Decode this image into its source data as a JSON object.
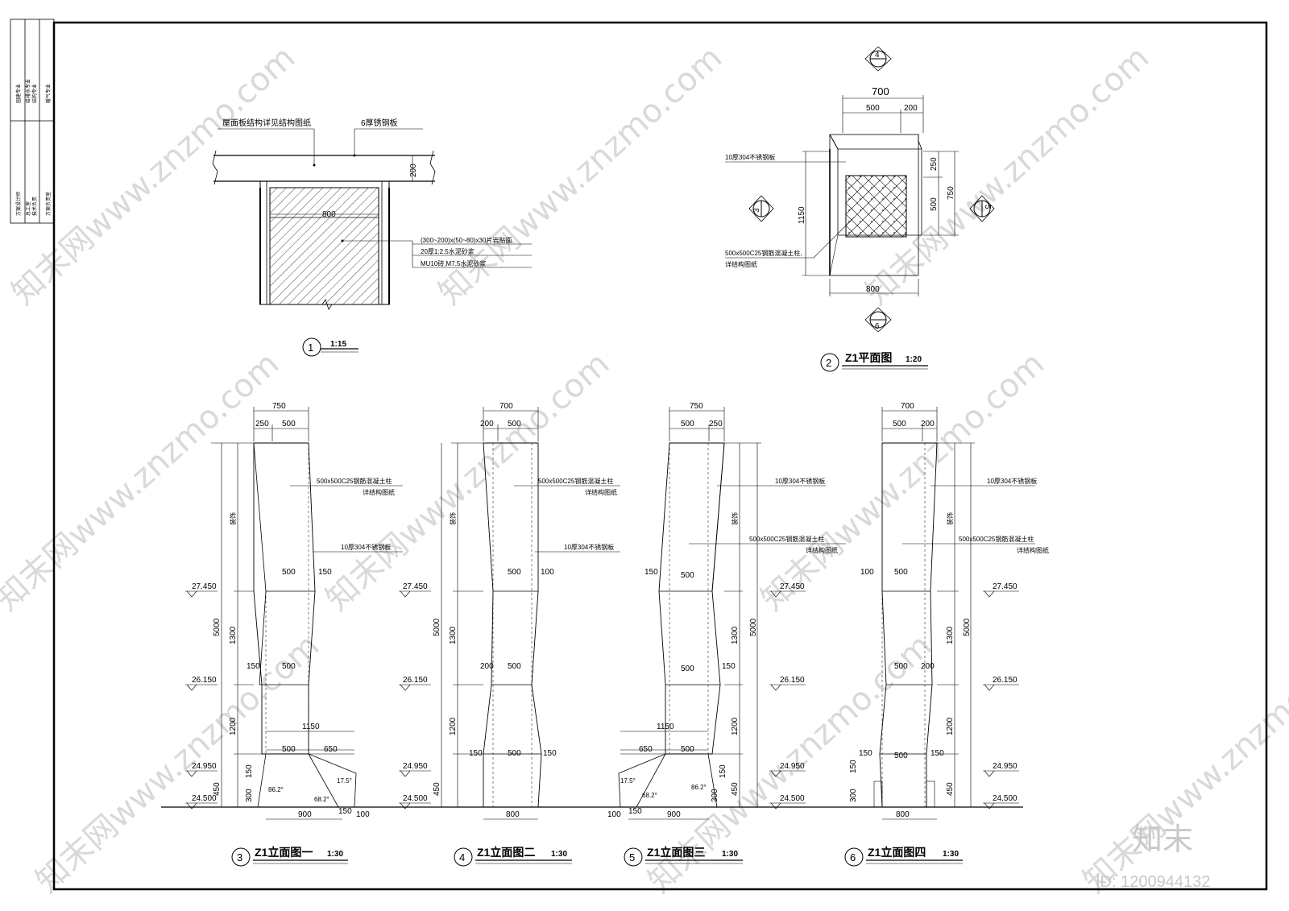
{
  "title_block": {
    "top": [
      "园建专业",
      "给排水专业",
      "结构专业",
      "暖气专业"
    ],
    "bottom": [
      "方案设计师",
      "总工室",
      "技术负责",
      "方案负责室"
    ]
  },
  "detail1": {
    "note_roof": "屋面板结构详见结构图纸",
    "note_plate": "6厚锈钢板",
    "dim_200": "200",
    "dim_800": "800",
    "layers": [
      "(300~200)x(50~80)x30片岩贴面",
      "20厚1:2.5水泥砂浆",
      "MU10砖,M7.5水泥砂浆"
    ],
    "num": "1",
    "scale": "1:15"
  },
  "detail2": {
    "dim_700": "700",
    "dim_500": "500",
    "dim_200": "200",
    "dim_1150": "1150",
    "dim_250": "250",
    "dim_500v": "500",
    "dim_750": "750",
    "dim_800": "800",
    "note_plate": "10厚304不锈钢板",
    "note_col1": "500x500C25钢筋混凝土柱,",
    "note_col2": "详结构图纸",
    "marker_top": "4",
    "marker_left": "3",
    "marker_right": "5",
    "marker_bottom": "6",
    "num": "2",
    "name": "Z1平面图",
    "scale": "1:20"
  },
  "elevations": {
    "levels": [
      "27.450",
      "26.150",
      "24.950",
      "24.500"
    ],
    "dim_5000": "5000",
    "dim_1300": "1300",
    "dim_1200": "1200",
    "dim_450": "450",
    "dim_150": "150",
    "dim_300": "300",
    "dim_500": "500",
    "dim_100": "100",
    "dim_200": "200",
    "dim_250": "250",
    "dim_650": "650",
    "dim_700": "700",
    "dim_750": "750",
    "dim_800": "800",
    "dim_900": "900",
    "dim_1150": "1150",
    "angle_1": "86.2°",
    "angle_2": "68.2°",
    "angle_3": "17.5°",
    "note_col1": "500x500C25钢筋混凝土柱",
    "note_col2": "详结构图纸",
    "note_plate": "10厚304不锈钢板",
    "vertical_label": "装饰",
    "e1": {
      "num": "3",
      "name": "Z1立面图一",
      "scale": "1:30"
    },
    "e2": {
      "num": "4",
      "name": "Z1立面图二",
      "scale": "1:30"
    },
    "e3": {
      "num": "5",
      "name": "Z1立面图三",
      "scale": "1:30"
    },
    "e4": {
      "num": "6",
      "name": "Z1立面图四",
      "scale": "1:30"
    }
  },
  "watermark": {
    "site": "知末网www.znzmo.com",
    "brand": "知末",
    "id": "ID: 1200944132"
  }
}
